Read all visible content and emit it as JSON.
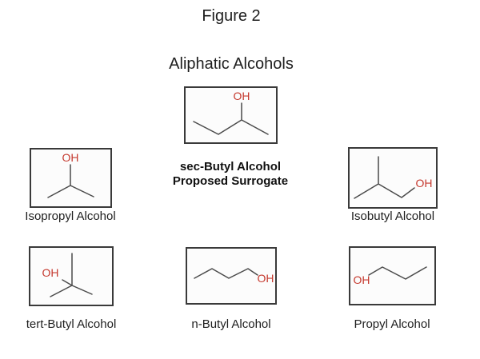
{
  "figure": {
    "title": "Figure 2",
    "subtitle": "Aliphatic Alcohols"
  },
  "surrogate": {
    "name": "sec-Butyl Alcohol",
    "note": "Proposed Surrogate",
    "hydroxyl": "OH"
  },
  "alcohols": {
    "isopropyl": {
      "label": "Isopropyl Alcohol",
      "hydroxyl": "OH"
    },
    "isobutyl": {
      "label": "Isobutyl Alcohol",
      "hydroxyl": "OH"
    },
    "tert_butyl": {
      "label": "tert-Butyl Alcohol",
      "hydroxyl": "OH"
    },
    "n_butyl": {
      "label": "n-Butyl Alcohol",
      "hydroxyl": "OH"
    },
    "propyl": {
      "label": "Propyl Alcohol",
      "hydroxyl": "OH"
    }
  },
  "colors": {
    "hydroxyl_red": "#c5392e",
    "bond_gray": "#4a4a4a",
    "box_border": "#3a3a3a",
    "text_ink": "#1e1e1e"
  }
}
